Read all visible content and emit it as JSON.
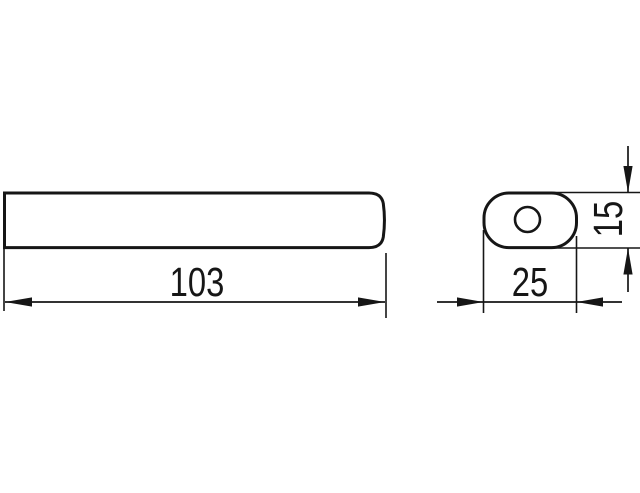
{
  "drawing": {
    "type": "technical-dimension-drawing",
    "line_color": "#161616",
    "background": "#ffffff",
    "labels": {
      "length": "103",
      "width": "25",
      "height": "15"
    }
  }
}
